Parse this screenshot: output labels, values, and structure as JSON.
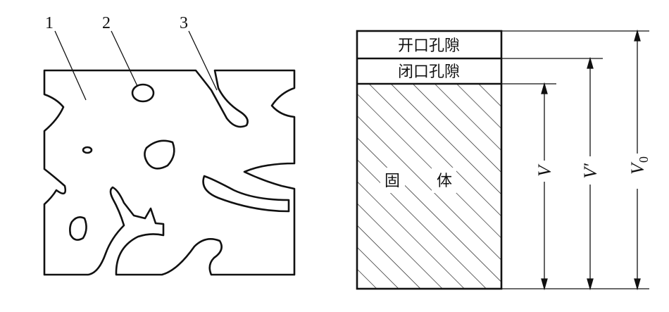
{
  "left_figure": {
    "labels": [
      "1",
      "2",
      "3"
    ]
  },
  "right_figure": {
    "open_pores": "开口孔隙",
    "closed_pores": "闭口孔隙",
    "solid_char1": "固",
    "solid_char2": "体",
    "dim_v": "V",
    "dim_v_prime": "V′",
    "dim_v0_main": "V",
    "dim_v0_sub": "0"
  }
}
